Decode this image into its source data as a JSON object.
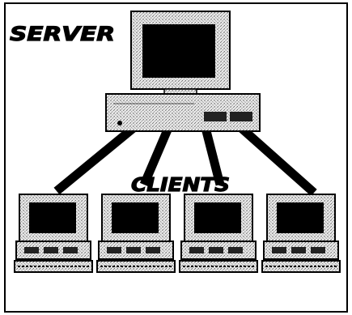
{
  "diagram": {
    "server_label": "SERVER",
    "clients_label": "CLIENTS",
    "client_count": 4
  }
}
